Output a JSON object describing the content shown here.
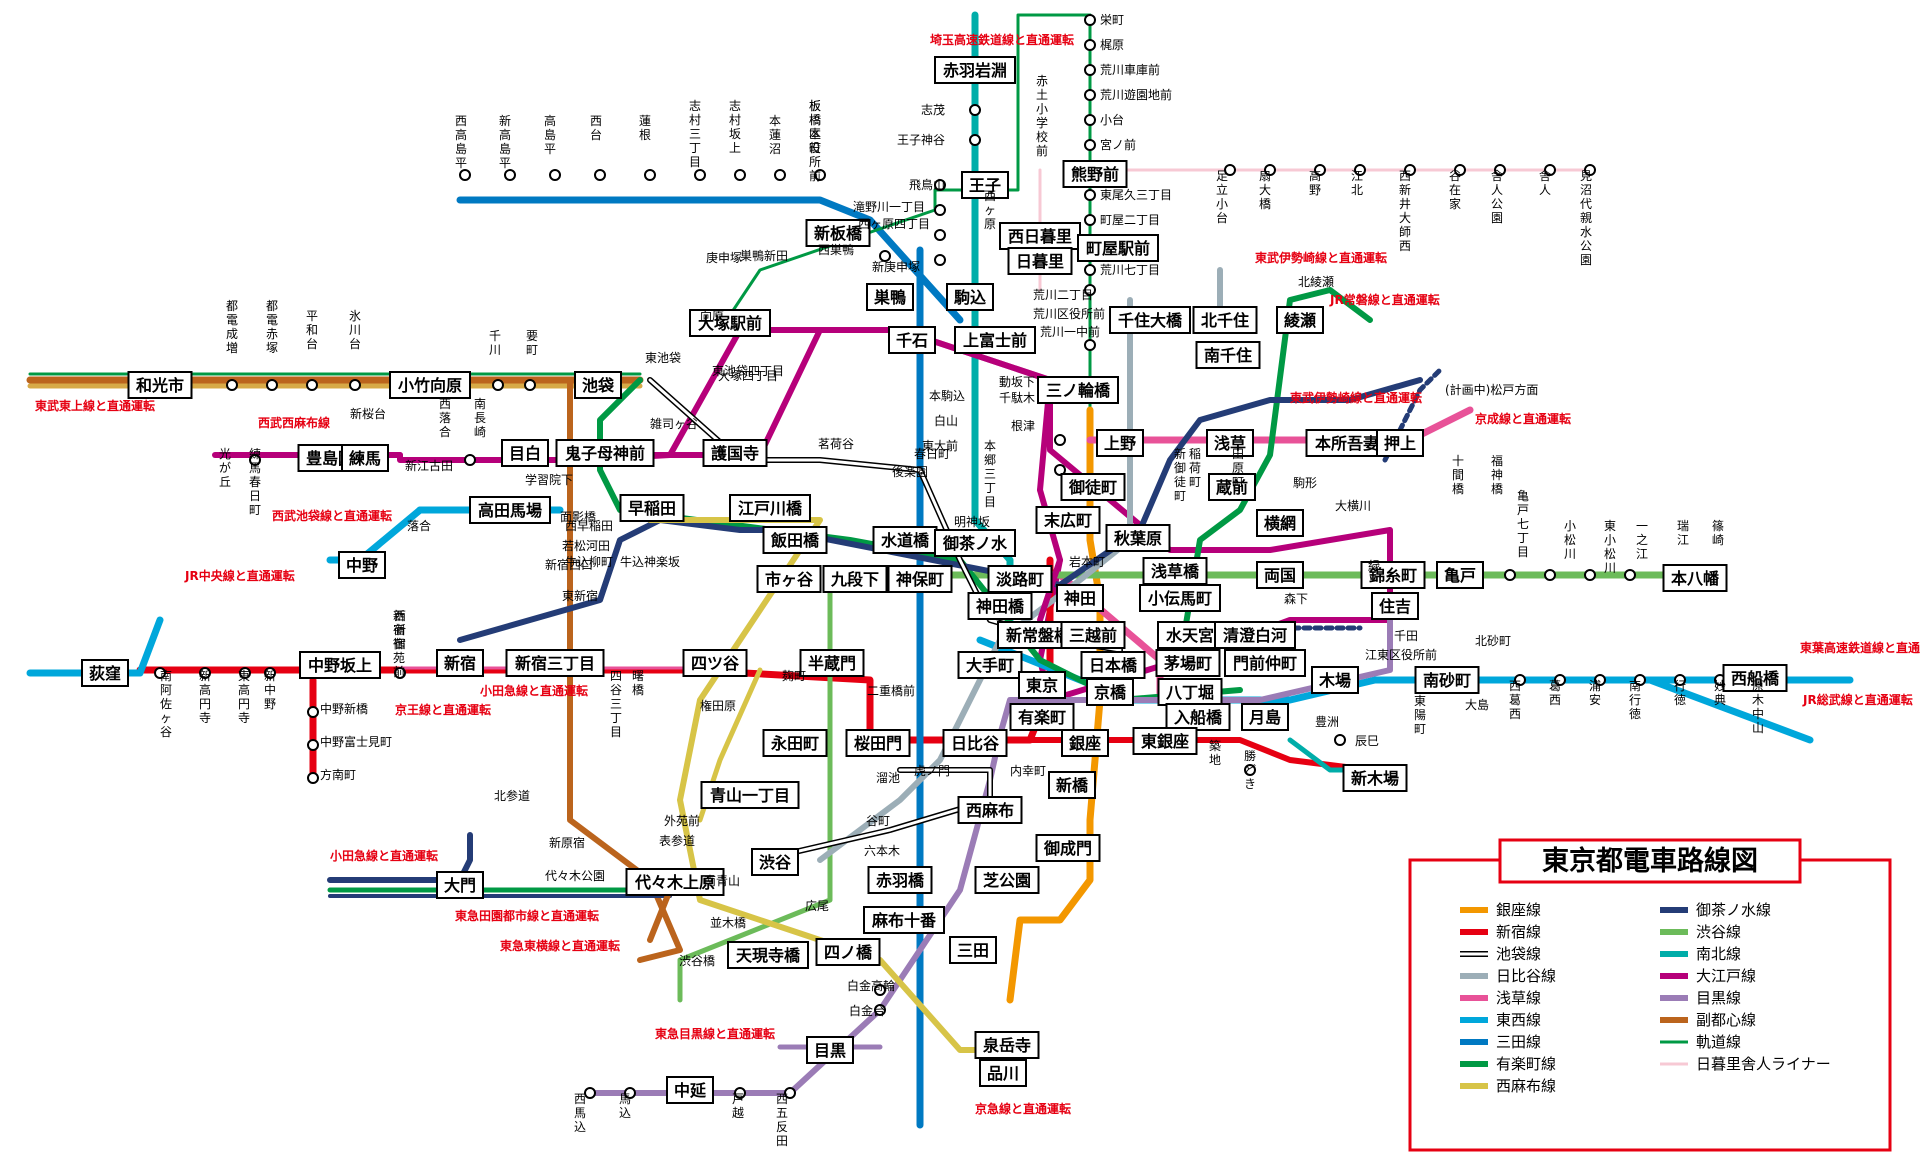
{
  "title": "東京都電車路線図",
  "legend": [
    {
      "name": "銀座線",
      "color": "#f39700"
    },
    {
      "name": "新宿線",
      "color": "#e60012"
    },
    {
      "name": "池袋線",
      "color": "#ffffff"
    },
    {
      "name": "日比谷線",
      "color": "#9caeb7"
    },
    {
      "name": "浅草線",
      "color": "#e85298"
    },
    {
      "name": "東西線",
      "color": "#00a7db"
    },
    {
      "name": "三田線",
      "color": "#0079c2"
    },
    {
      "name": "有楽町線",
      "color": "#009944"
    },
    {
      "name": "西麻布線",
      "color": "#d7c447"
    },
    {
      "name": "御茶ノ水線",
      "color": "#243c76"
    },
    {
      "name": "渋谷線",
      "color": "#6cbb5a"
    },
    {
      "name": "南北線",
      "color": "#00ada9"
    },
    {
      "name": "大江戸線",
      "color": "#b6007a"
    },
    {
      "name": "目黒線",
      "color": "#9b7cb6"
    },
    {
      "name": "副都心線",
      "color": "#bb641d"
    },
    {
      "name": "軌道線",
      "color": "#009944"
    },
    {
      "name": "日暮里舎人ライナー",
      "color": "#f7c9d4"
    }
  ],
  "through_notes": [
    "埼玉高速鉄道線と直通運転",
    "東武伊勢崎線と直通運転",
    "JR常磐線と直通運転",
    "東武東上線と直通運転",
    "西武西麻布線",
    "西武池袋線と直通運転",
    "JR中央線と直通運転",
    "小田急線と直通運転",
    "京王線と直通運転",
    "東武伊勢崎線と直通運転",
    "京成線と直通運転",
    "東葉高速鉄道線と直通運転",
    "JR総武線と直通運転",
    "小田急線と直通運転",
    "東急田園都市線と直通運転",
    "東急東横線と直通運転",
    "東急目黒線と直通運転",
    "京急線と直通運転"
  ],
  "boxed_stations": [
    "赤羽岩淵",
    "王子",
    "新板橋",
    "巣鴨",
    "駒込",
    "西日暮里",
    "日暮里",
    "熊野前",
    "町屋駅前",
    "千住大橋",
    "北千住",
    "綾瀬",
    "南千住",
    "三ノ輪橋",
    "和光市",
    "小竹向原",
    "池袋",
    "大塚駅前",
    "千石",
    "上富士前",
    "豊島園",
    "練馬",
    "目白",
    "鬼子母神前",
    "護国寺",
    "上野",
    "浅草",
    "本所吾妻橋",
    "押上",
    "御徒町",
    "蔵前",
    "高田馬場",
    "早稲田",
    "江戸川橋",
    "末広町",
    "中野",
    "飯田橋",
    "水道橋",
    "御茶ノ水",
    "秋葉原",
    "横網",
    "錦糸町",
    "亀戸",
    "本八幡",
    "市ヶ谷",
    "九段下",
    "神保町",
    "淡路町",
    "浅草橋",
    "両国",
    "住吉",
    "神田",
    "小伝馬町",
    "荻窪",
    "中野坂上",
    "新宿",
    "新宿三丁目",
    "四ツ谷",
    "半蔵門",
    "神田橋",
    "新常盤橋",
    "三越前",
    "水天宮前",
    "清澄白河",
    "大手町",
    "日本橋",
    "茅場町",
    "門前仲町",
    "木場",
    "南砂町",
    "西船橋",
    "東京",
    "京橋",
    "八丁堀",
    "有楽町",
    "入船橋",
    "月島",
    "永田町",
    "桜田門",
    "日比谷",
    "銀座",
    "東銀座",
    "新木場",
    "新橋",
    "青山一丁目",
    "西麻布",
    "御成門",
    "大門",
    "代々木上原",
    "渋谷",
    "赤羽橋",
    "芝公園",
    "麻布十番",
    "天現寺橋",
    "四ノ橋",
    "三田",
    "目黒",
    "泉岳寺",
    "品川",
    "中延"
  ],
  "small_stations": [
    "栄町",
    "梶原",
    "荒川車庫前",
    "荒川遊園地前",
    "小台",
    "宮ノ前",
    "東尾久三丁目",
    "町屋二丁目",
    "荒川七丁目",
    "荒川二丁目",
    "荒川区役所前",
    "荒川一中前",
    "志茂",
    "王子神谷",
    "飛鳥山",
    "滝野川一丁目",
    "西ヶ原四丁目",
    "新庚申塚",
    "庚申塚",
    "西巣鴨",
    "西ヶ原",
    "巣鴨新田",
    "向原",
    "東池袋",
    "東池袋四丁目",
    "大塚四丁目",
    "雑司ヶ谷",
    "本駒込",
    "白山",
    "東大前",
    "春日町",
    "本郷三丁目",
    "後楽園",
    "茗荷谷",
    "動坂下",
    "千駄木",
    "根津",
    "赤土小学校前",
    "足立小台",
    "扇大橋",
    "高野",
    "江北",
    "西新井大師西",
    "谷在家",
    "舎人公園",
    "舎人",
    "見沼代親水公園",
    "北綾瀬",
    "西高島平",
    "新高島平",
    "高島平",
    "西台",
    "蓮根",
    "志村三丁目",
    "志村坂上",
    "本蓮沼",
    "板橋本町",
    "板橋区役所前",
    "都電成増",
    "都電赤塚",
    "平和台",
    "氷川台",
    "千川",
    "要町",
    "新桜台",
    "西落合",
    "南長崎",
    "新江古田",
    "光が丘",
    "練馬春日町",
    "学習院下",
    "面影橋",
    "落合",
    "西早稲田",
    "牛込柳町",
    "牛込神楽坂",
    "若松河田",
    "東新宿",
    "新宿西口",
    "新宿御苑前",
    "四谷三丁目",
    "曙橋",
    "麹町",
    "権田原",
    "中野新橋",
    "中野富士見町",
    "方南町",
    "南阿佐ヶ谷",
    "新高円寺",
    "東高円寺",
    "新中野",
    "西新宿",
    "稲荷町",
    "田原町",
    "新御徒町",
    "駒形",
    "大横川",
    "緑",
    "森下",
    "千田",
    "江東区役所前",
    "東陽町",
    "大島",
    "北砂町",
    "西葛西",
    "葛西",
    "浦安",
    "南行徳",
    "行徳",
    "妙典",
    "原木中山",
    "十間橋",
    "福神橋",
    "亀戸七丁目",
    "小松川",
    "東小松川",
    "一之江",
    "瑞江",
    "篠崎",
    "二重橋前",
    "内幸町",
    "虎ノ門",
    "溜池",
    "谷町",
    "六本木",
    "外苑前",
    "表参道",
    "南青山",
    "代々木公園",
    "北参道",
    "新原宿",
    "並木橋",
    "渋谷橋",
    "広尾",
    "白金高輪",
    "白金台",
    "西馬込",
    "馬込",
    "戸越",
    "西五反田",
    "岩本町",
    "明神坂",
    "築地",
    "勝どき",
    "豊洲",
    "辰巳",
    "(計画中)松戸方面"
  ]
}
